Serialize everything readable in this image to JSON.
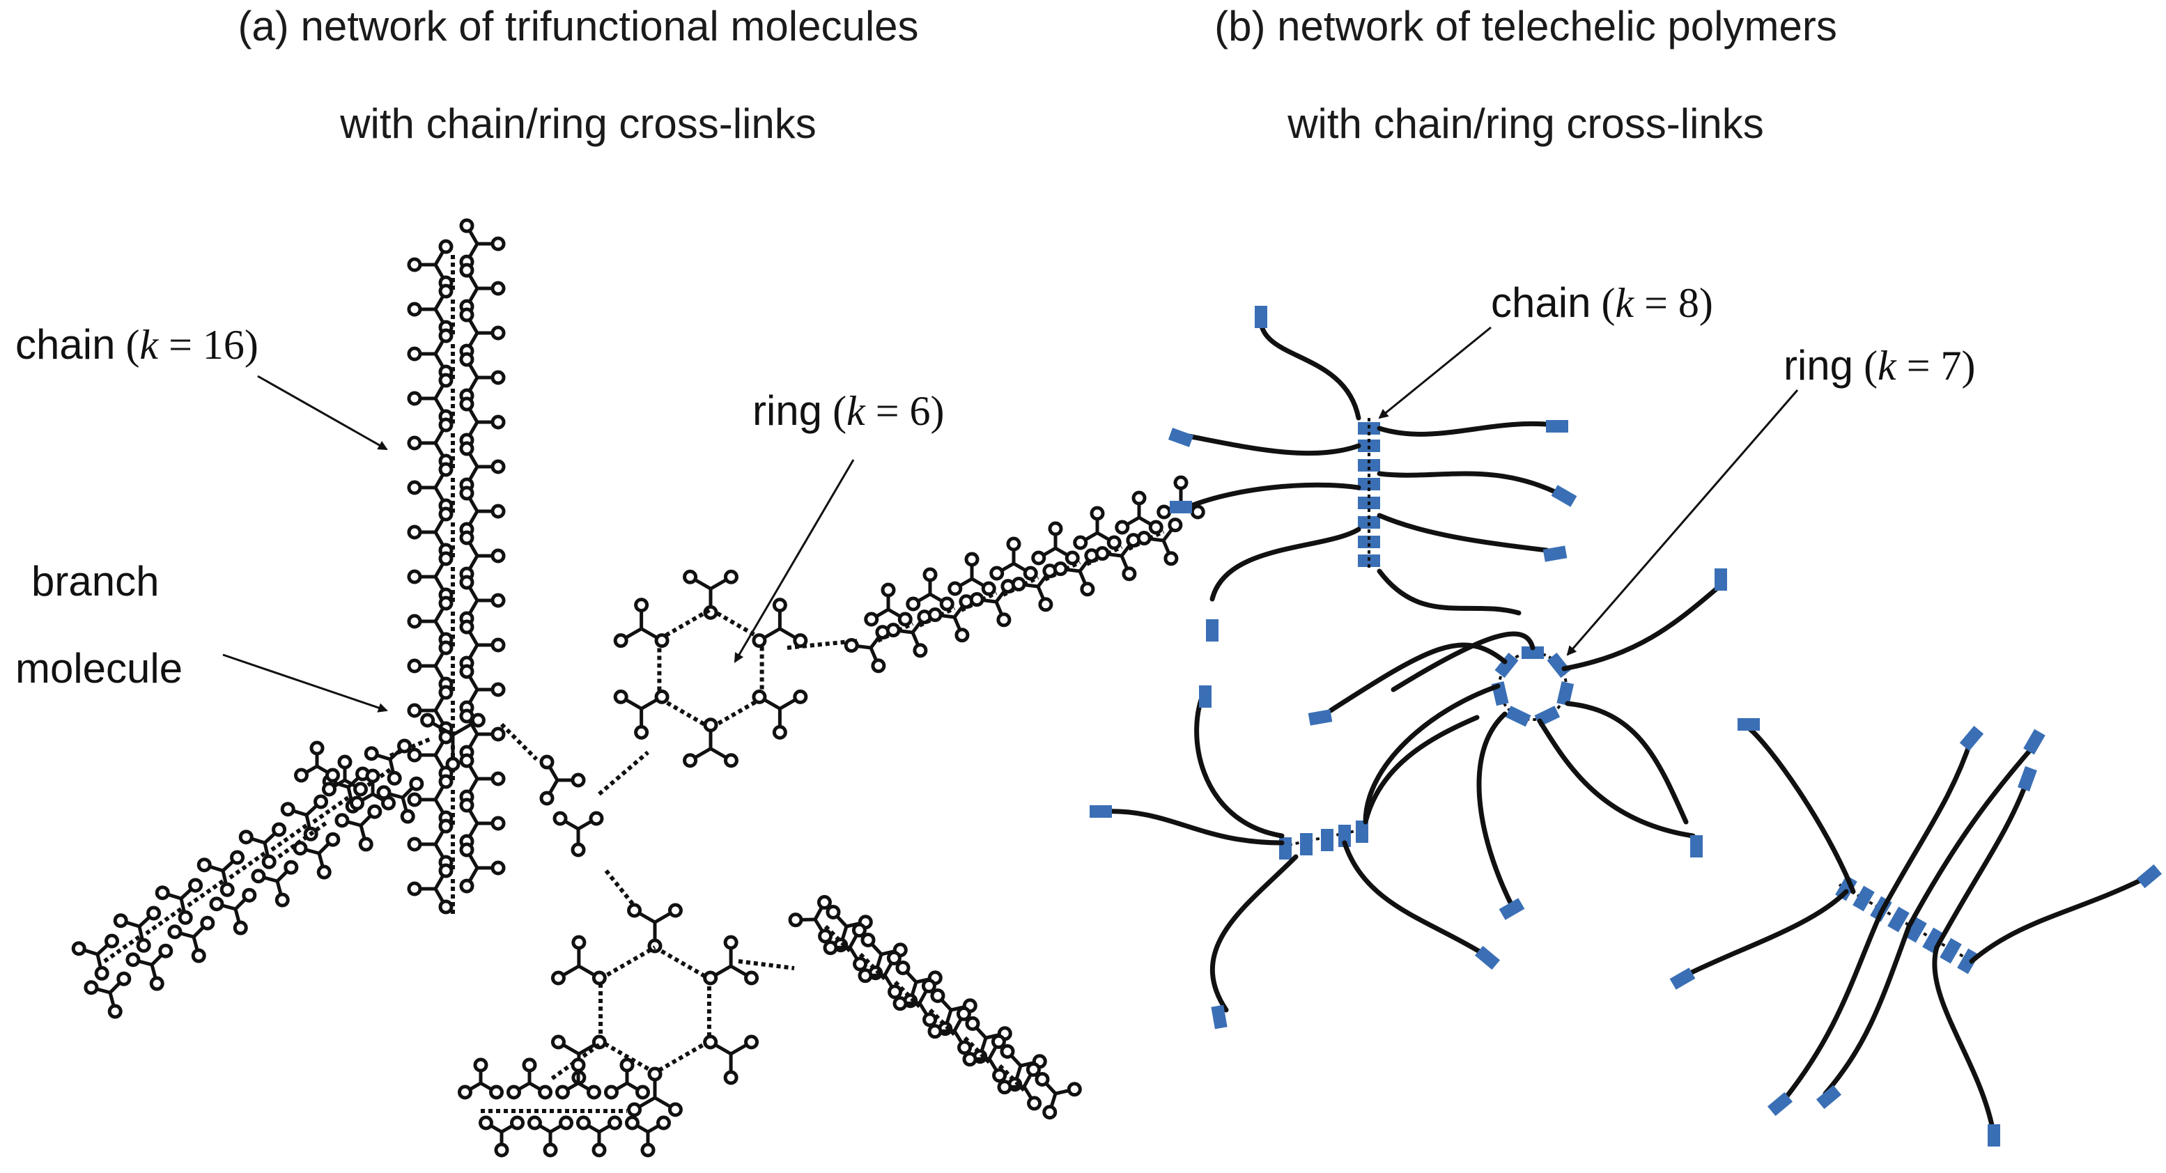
{
  "panels": {
    "a": {
      "title_line1": "(a) network of trifunctional molecules",
      "title_line2": "with chain/ring cross-links",
      "labels": {
        "chain": {
          "word": "chain",
          "open": " (",
          "var": "k",
          "eq": " = 16)"
        },
        "ring": {
          "word": "ring",
          "open": " (",
          "var": "k",
          "eq": " = 6)"
        },
        "branch_line1": "branch",
        "branch_line2": "molecule"
      }
    },
    "b": {
      "title_line1": "(b) network of telechelic polymers",
      "title_line2": "with chain/ring cross-links",
      "labels": {
        "chain": {
          "word": "chain",
          "open": " (",
          "var": "k",
          "eq": " = 8)"
        },
        "ring": {
          "word": "ring",
          "open": " (",
          "var": "k",
          "eq": " = 7)"
        }
      }
    }
  },
  "colors": {
    "ink": "#111111",
    "end_group": "#3a6fb5",
    "background": "#ffffff"
  },
  "icons": {
    "arrow": "arrow-pointer",
    "molecule": "trifunctional-molecule",
    "polymer": "telechelic-polymer"
  }
}
